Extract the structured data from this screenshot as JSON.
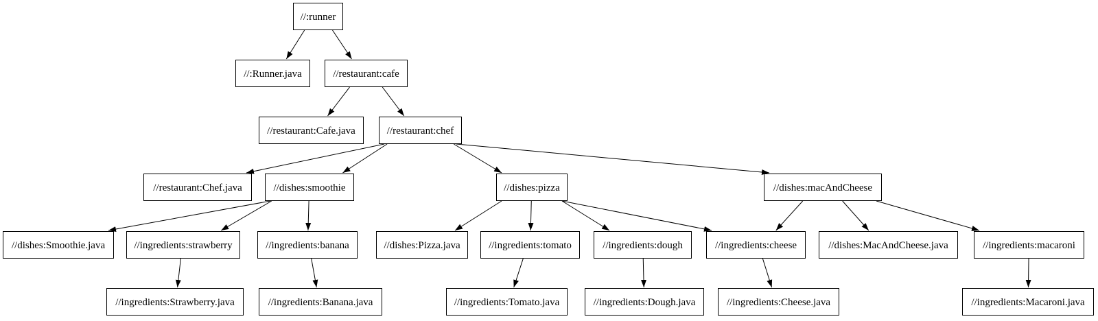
{
  "graph": {
    "kind": "build-dependency-graph",
    "colors": {
      "background": "#ffffff",
      "node_fill": "#ffffff",
      "node_border": "#000000",
      "node_text": "#000000",
      "edge": "#000000"
    },
    "nodes": [
      {
        "id": "runner",
        "label": "//:runner"
      },
      {
        "id": "runner-java",
        "label": "//:Runner.java"
      },
      {
        "id": "cafe",
        "label": "//restaurant:cafe"
      },
      {
        "id": "cafe-java",
        "label": "//restaurant:Cafe.java"
      },
      {
        "id": "chef",
        "label": "//restaurant:chef"
      },
      {
        "id": "chef-java",
        "label": "//restaurant:Chef.java"
      },
      {
        "id": "smoothie",
        "label": "//dishes:smoothie"
      },
      {
        "id": "pizza",
        "label": "//dishes:pizza"
      },
      {
        "id": "macandcheese",
        "label": "//dishes:macAndCheese"
      },
      {
        "id": "smoothie-java",
        "label": "//dishes:Smoothie.java"
      },
      {
        "id": "strawberry",
        "label": "//ingredients:strawberry"
      },
      {
        "id": "banana",
        "label": "//ingredients:banana"
      },
      {
        "id": "pizza-java",
        "label": "//dishes:Pizza.java"
      },
      {
        "id": "tomato",
        "label": "//ingredients:tomato"
      },
      {
        "id": "dough",
        "label": "//ingredients:dough"
      },
      {
        "id": "cheese",
        "label": "//ingredients:cheese"
      },
      {
        "id": "macandcheese-java",
        "label": "//dishes:MacAndCheese.java"
      },
      {
        "id": "macaroni",
        "label": "//ingredients:macaroni"
      },
      {
        "id": "strawberry-java",
        "label": "//ingredients:Strawberry.java"
      },
      {
        "id": "banana-java",
        "label": "//ingredients:Banana.java"
      },
      {
        "id": "tomato-java",
        "label": "//ingredients:Tomato.java"
      },
      {
        "id": "dough-java",
        "label": "//ingredients:Dough.java"
      },
      {
        "id": "cheese-java",
        "label": "//ingredients:Cheese.java"
      },
      {
        "id": "macaroni-java",
        "label": "//ingredients:Macaroni.java"
      }
    ],
    "edges": [
      {
        "from": "runner",
        "to": "runner-java"
      },
      {
        "from": "runner",
        "to": "cafe"
      },
      {
        "from": "cafe",
        "to": "cafe-java"
      },
      {
        "from": "cafe",
        "to": "chef"
      },
      {
        "from": "chef",
        "to": "chef-java"
      },
      {
        "from": "chef",
        "to": "smoothie"
      },
      {
        "from": "chef",
        "to": "pizza"
      },
      {
        "from": "chef",
        "to": "macandcheese"
      },
      {
        "from": "smoothie",
        "to": "smoothie-java"
      },
      {
        "from": "smoothie",
        "to": "strawberry"
      },
      {
        "from": "smoothie",
        "to": "banana"
      },
      {
        "from": "pizza",
        "to": "pizza-java"
      },
      {
        "from": "pizza",
        "to": "tomato"
      },
      {
        "from": "pizza",
        "to": "dough"
      },
      {
        "from": "pizza",
        "to": "cheese"
      },
      {
        "from": "macandcheese",
        "to": "cheese"
      },
      {
        "from": "macandcheese",
        "to": "macandcheese-java"
      },
      {
        "from": "macandcheese",
        "to": "macaroni"
      },
      {
        "from": "strawberry",
        "to": "strawberry-java"
      },
      {
        "from": "banana",
        "to": "banana-java"
      },
      {
        "from": "tomato",
        "to": "tomato-java"
      },
      {
        "from": "dough",
        "to": "dough-java"
      },
      {
        "from": "cheese",
        "to": "cheese-java"
      },
      {
        "from": "macaroni",
        "to": "macaroni-java"
      }
    ]
  }
}
